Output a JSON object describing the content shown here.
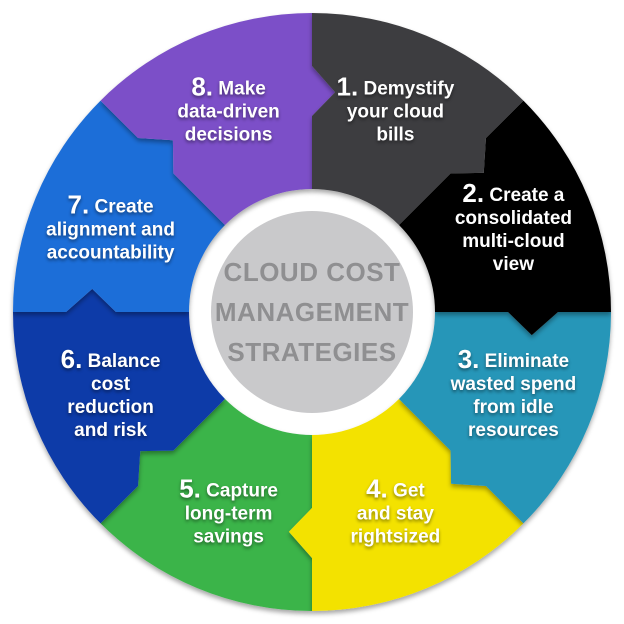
{
  "diagram": {
    "background_color": "#ffffff",
    "label_text_color": "#ffffff",
    "center": {
      "circle_color": "#c9c9cb",
      "text_color": "#8f8f91",
      "lines": [
        "CLOUD COST",
        "MANAGEMENT",
        "STRATEGIES"
      ]
    },
    "segments": [
      {
        "number": "1.",
        "label_lines": [
          "Demystify",
          "your cloud",
          "bills"
        ],
        "color": "#3e3e40",
        "slug": "demystify-your-cloud-bills"
      },
      {
        "number": "2.",
        "label_lines": [
          "Create a",
          "consolidated",
          "multi-cloud",
          "view"
        ],
        "color": "#020202",
        "slug": "create-a-consolidated-multi-cloud-view"
      },
      {
        "number": "3.",
        "label_lines": [
          "Eliminate",
          "wasted spend",
          "from idle",
          "resources"
        ],
        "color": "#2896b8",
        "slug": "eliminate-wasted-spend-from-idle-resources"
      },
      {
        "number": "4.",
        "label_lines": [
          "Get",
          "and stay",
          "rightsized"
        ],
        "color": "#f3e204",
        "slug": "get-and-stay-rightsized"
      },
      {
        "number": "5.",
        "label_lines": [
          "Capture",
          "long-term",
          "savings"
        ],
        "color": "#3bb44a",
        "slug": "capture-long-term-savings"
      },
      {
        "number": "6.",
        "label_lines": [
          "Balance",
          "cost",
          "reduction",
          "and risk"
        ],
        "color": "#0e3aa8",
        "slug": "balance-cost-reduction-and-risk"
      },
      {
        "number": "7.",
        "label_lines": [
          "Create",
          "alignment and",
          "accountability"
        ],
        "color": "#1d6ed8",
        "slug": "create-alignment-and-accountability"
      },
      {
        "number": "8.",
        "label_lines": [
          "Make",
          "data-driven",
          "decisions"
        ],
        "color": "#7b50c8",
        "slug": "make-data-driven-decisions"
      }
    ]
  }
}
